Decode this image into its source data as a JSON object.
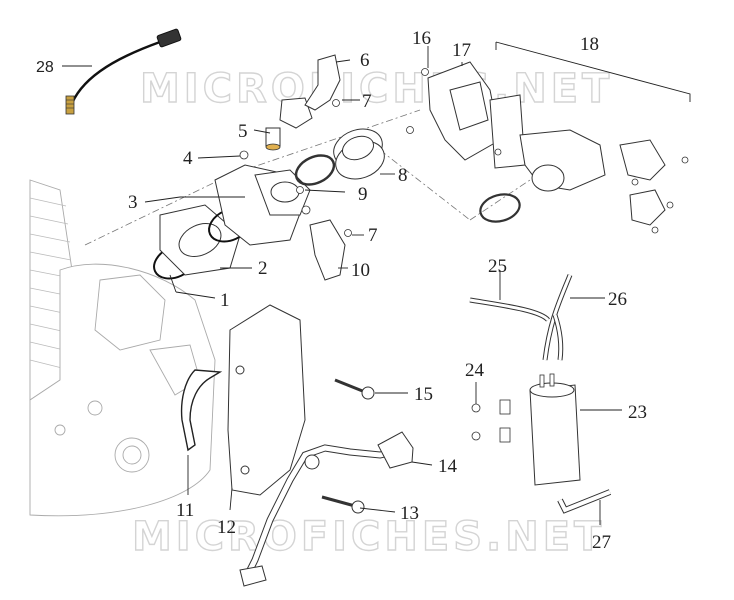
{
  "diagram": {
    "watermark": "MICROFICHES.NET",
    "callouts": [
      {
        "id": "c1",
        "label": "1"
      },
      {
        "id": "c2",
        "label": "2"
      },
      {
        "id": "c3",
        "label": "3"
      },
      {
        "id": "c4",
        "label": "4"
      },
      {
        "id": "c5",
        "label": "5"
      },
      {
        "id": "c6",
        "label": "6"
      },
      {
        "id": "c7a",
        "label": "7"
      },
      {
        "id": "c7b",
        "label": "7"
      },
      {
        "id": "c8",
        "label": "8"
      },
      {
        "id": "c9",
        "label": "9"
      },
      {
        "id": "c10",
        "label": "10"
      },
      {
        "id": "c11",
        "label": "11"
      },
      {
        "id": "c12",
        "label": "12"
      },
      {
        "id": "c13",
        "label": "13"
      },
      {
        "id": "c14",
        "label": "14"
      },
      {
        "id": "c15",
        "label": "15"
      },
      {
        "id": "c16",
        "label": "16"
      },
      {
        "id": "c17",
        "label": "17"
      },
      {
        "id": "c18",
        "label": "18"
      },
      {
        "id": "c23",
        "label": "23"
      },
      {
        "id": "c24",
        "label": "24"
      },
      {
        "id": "c25",
        "label": "25"
      },
      {
        "id": "c26",
        "label": "26"
      },
      {
        "id": "c27",
        "label": "27"
      },
      {
        "id": "c28",
        "label": "28"
      }
    ]
  }
}
